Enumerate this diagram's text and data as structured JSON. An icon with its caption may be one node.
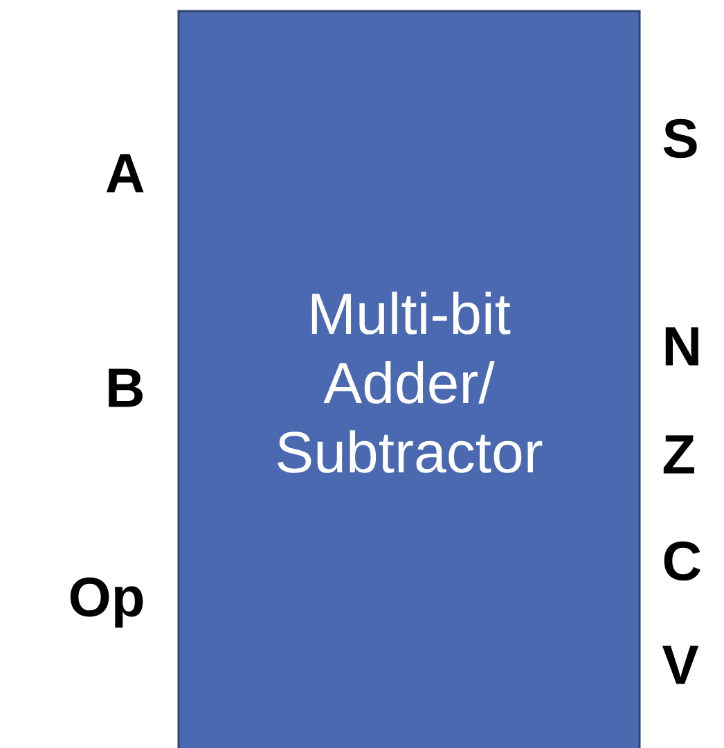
{
  "diagram": {
    "nodes": [
      {
        "text": [
          "Multi-bit Adder/ Subtractor"
        ]
      }
    ],
    "labels": [
      "S",
      "A",
      "N",
      "B",
      "Z",
      "C",
      "Op",
      "V"
    ]
  }
}
